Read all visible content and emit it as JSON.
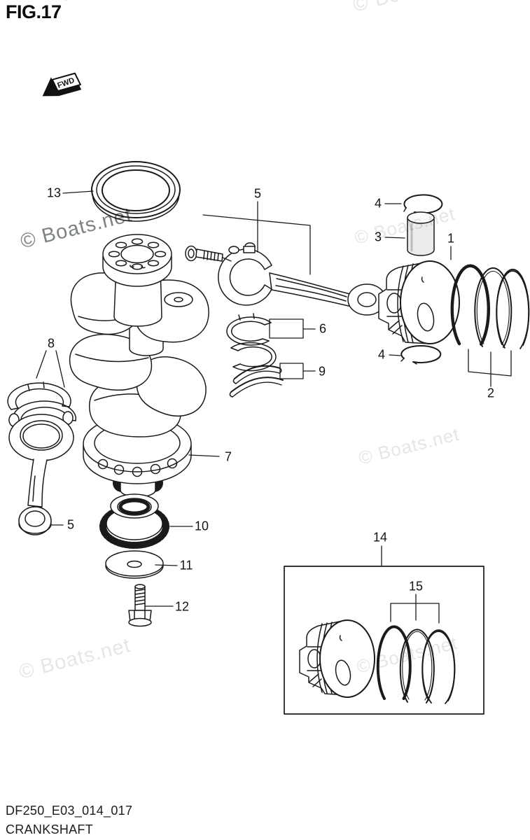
{
  "header": {
    "figure_label": "FIG.17",
    "fwd_label": "FWD"
  },
  "watermark": {
    "text": "© Boats.net",
    "light_color": "#e4e7e7",
    "dark_color": "#60666a"
  },
  "footer": {
    "code": "DF250_E03_014_017",
    "title": "CRANKSHAFT"
  },
  "diagram": {
    "description": "Exploded line-art diagram of outboard crankshaft, pistons, rings, bearings and drive gear",
    "callouts": {
      "k13": "13",
      "k5_top": "5",
      "k4_top": "4",
      "k3": "3",
      "k1": "1",
      "k4_bottom": "4",
      "k2": "2",
      "k8": "8",
      "k6": "6",
      "k9": "9",
      "k7": "7",
      "k5_left": "5",
      "k10": "10",
      "k11": "11",
      "k12": "12",
      "k14": "14",
      "k15": "15"
    }
  }
}
